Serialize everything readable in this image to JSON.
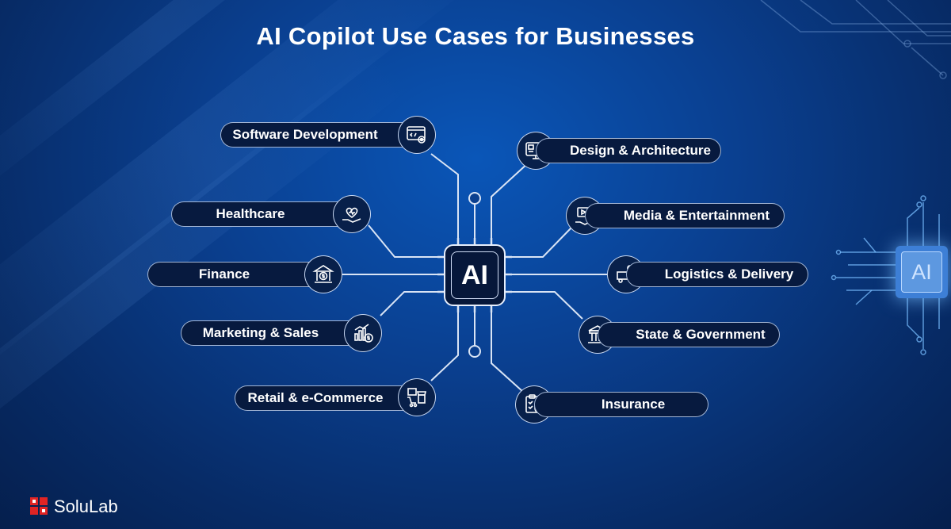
{
  "title": "AI Copilot Use Cases for Businesses",
  "center_chip": {
    "label": "AI"
  },
  "side_chip": {
    "label": "AI"
  },
  "use_cases": [
    {
      "label": "Software Development",
      "icon": "code-window-gear-icon"
    },
    {
      "label": "Healthcare",
      "icon": "hand-heart-icon"
    },
    {
      "label": "Finance",
      "icon": "bank-dollar-icon"
    },
    {
      "label": "Marketing & Sales",
      "icon": "chart-dollar-icon"
    },
    {
      "label": "Retail & e-Commerce",
      "icon": "store-cart-icon"
    },
    {
      "label": "Design & Architecture",
      "icon": "monitor-design-icon"
    },
    {
      "label": "Media & Entertainment",
      "icon": "media-hand-icon"
    },
    {
      "label": "Logistics & Delivery",
      "icon": "delivery-truck-icon"
    },
    {
      "label": "State & Government",
      "icon": "government-building-icon"
    },
    {
      "label": "Insurance",
      "icon": "clipboard-shield-icon"
    }
  ],
  "brand": {
    "name": "SoluLab",
    "mark_color": "#e02424"
  },
  "colors": {
    "background": "#0a3f8f",
    "pill_fill": "#071a3f",
    "line": "#d9e4f5"
  }
}
